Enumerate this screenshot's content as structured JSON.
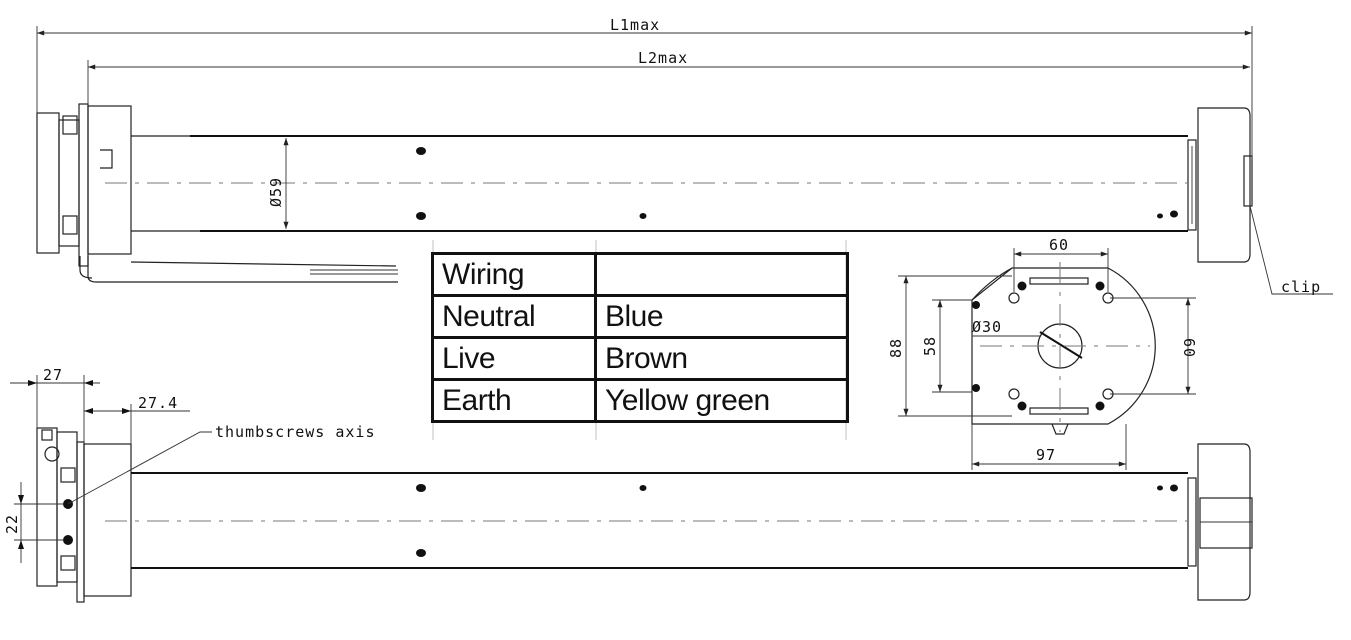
{
  "dimensions": {
    "l1max": "L1max",
    "l2max": "L2max",
    "tube_diameter": "Ø59",
    "clip": "clip",
    "head_depth": "27",
    "head_offset": "27.4",
    "thumbscrews_axis": "thumbscrews axis",
    "screw_spacing": "22",
    "bracket_width_top": "60",
    "bracket_height_outer": "88",
    "bracket_height_inner": "58",
    "bracket_hole_diameter": "Ø30",
    "bracket_height_right": "60",
    "bracket_width_bottom": "97"
  },
  "wiring": {
    "header": "Wiring",
    "header_value": "",
    "rows": [
      {
        "label": "Neutral",
        "value": "Blue"
      },
      {
        "label": "Live",
        "value": "Brown"
      },
      {
        "label": "Earth",
        "value": "Yellow green"
      }
    ]
  }
}
